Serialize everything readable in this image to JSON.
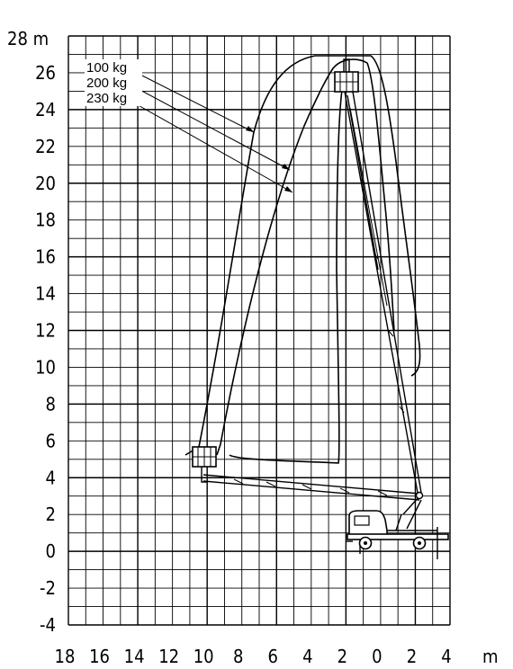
{
  "chart_data": {
    "type": "diagram",
    "title": "",
    "x_axis": {
      "ticks": [
        "18",
        "16",
        "14",
        "12",
        "10",
        "8",
        "6",
        "4",
        "2",
        "0",
        "2",
        "4"
      ],
      "unit": "m"
    },
    "y_axis": {
      "ticks": [
        "-4",
        "-2",
        "0",
        "2",
        "4",
        "6",
        "8",
        "10",
        "12",
        "14",
        "16",
        "18",
        "20",
        "22",
        "24",
        "26"
      ],
      "top_label": "28 m"
    },
    "legend": [
      "100 kg",
      "200 kg",
      "230 kg"
    ],
    "grid": true
  },
  "colors": {
    "ink": "#000000",
    "background": "#ffffff"
  }
}
